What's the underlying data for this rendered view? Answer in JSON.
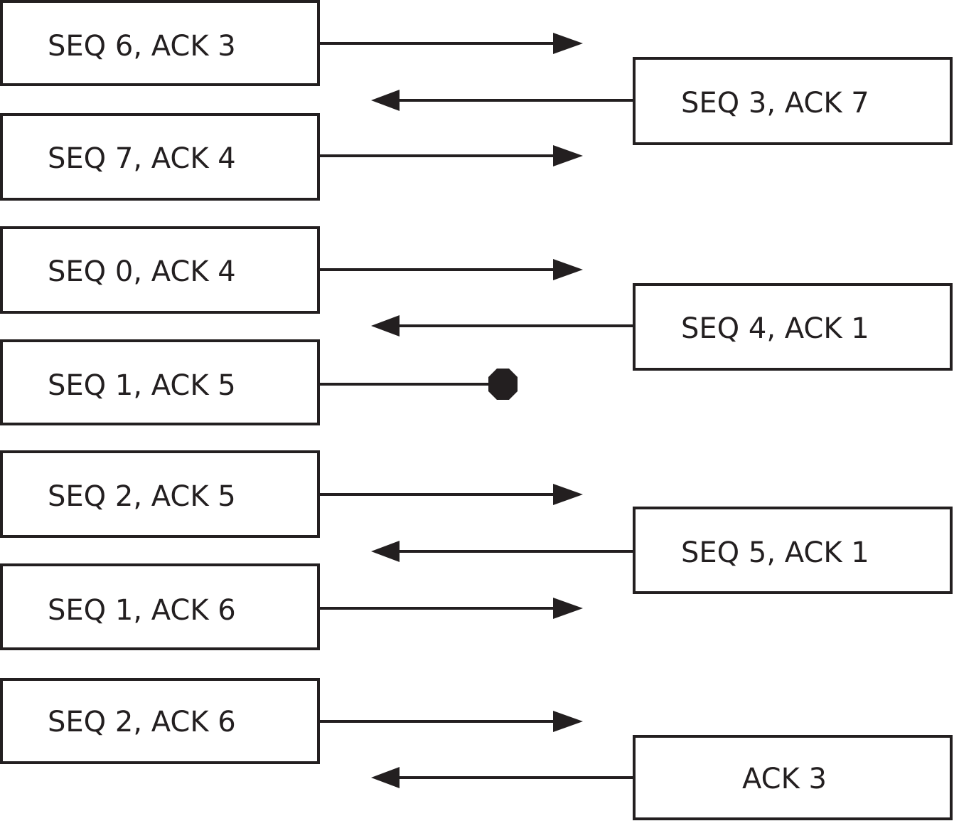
{
  "diagram": {
    "left_frames": [
      {
        "label": "SEQ 6, ACK 3",
        "direction": "right",
        "lost": false
      },
      {
        "label": "SEQ 7, ACK 4",
        "direction": "right",
        "lost": false
      },
      {
        "label": "SEQ 0, ACK 4",
        "direction": "right",
        "lost": false
      },
      {
        "label": "SEQ 1, ACK 5",
        "direction": "right",
        "lost": true
      },
      {
        "label": "SEQ 2, ACK 5",
        "direction": "right",
        "lost": false
      },
      {
        "label": "SEQ 1, ACK 6",
        "direction": "right",
        "lost": false
      },
      {
        "label": "SEQ 2, ACK 6",
        "direction": "right",
        "lost": false
      }
    ],
    "right_frames": [
      {
        "label": "SEQ 3, ACK 7",
        "direction": "left"
      },
      {
        "label": "SEQ 4, ACK 1",
        "direction": "left"
      },
      {
        "label": "SEQ 5, ACK 1",
        "direction": "left"
      },
      {
        "label": "ACK 3",
        "direction": "left"
      }
    ],
    "colors": {
      "stroke": "#231f20",
      "background": "#ffffff"
    }
  }
}
